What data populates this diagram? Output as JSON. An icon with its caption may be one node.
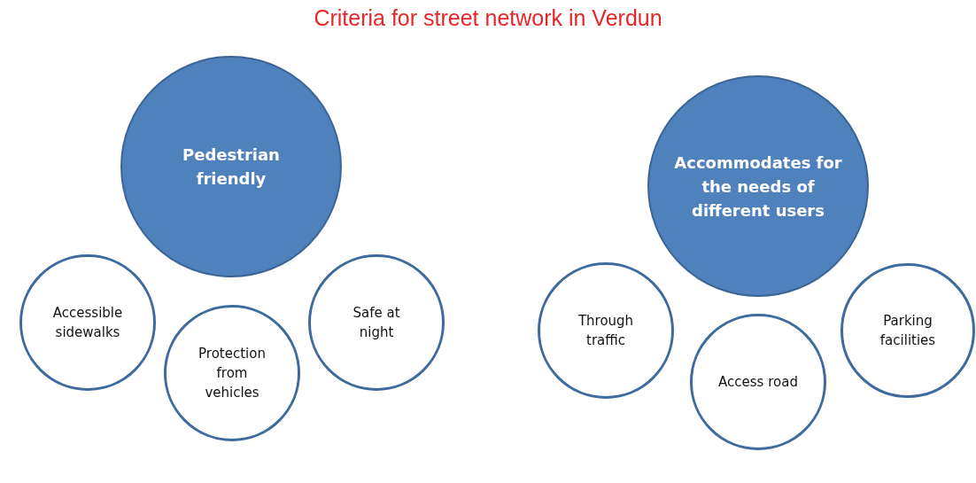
{
  "diagram": {
    "title": "Criteria for street network in Verdun",
    "nodes": [
      {
        "text": [
          "Pedestrian friendly"
        ]
      },
      {
        "text": [
          "Accessible sidewalks"
        ]
      },
      {
        "text": [
          "Protection from vehicles"
        ]
      },
      {
        "text": [
          "Safe at night"
        ]
      },
      {
        "text": [
          "Accommodates for the needs of different users"
        ]
      },
      {
        "text": [
          "Through traffic"
        ]
      },
      {
        "text": [
          "Access road"
        ]
      },
      {
        "text": [
          "Parking facilities"
        ]
      }
    ]
  }
}
